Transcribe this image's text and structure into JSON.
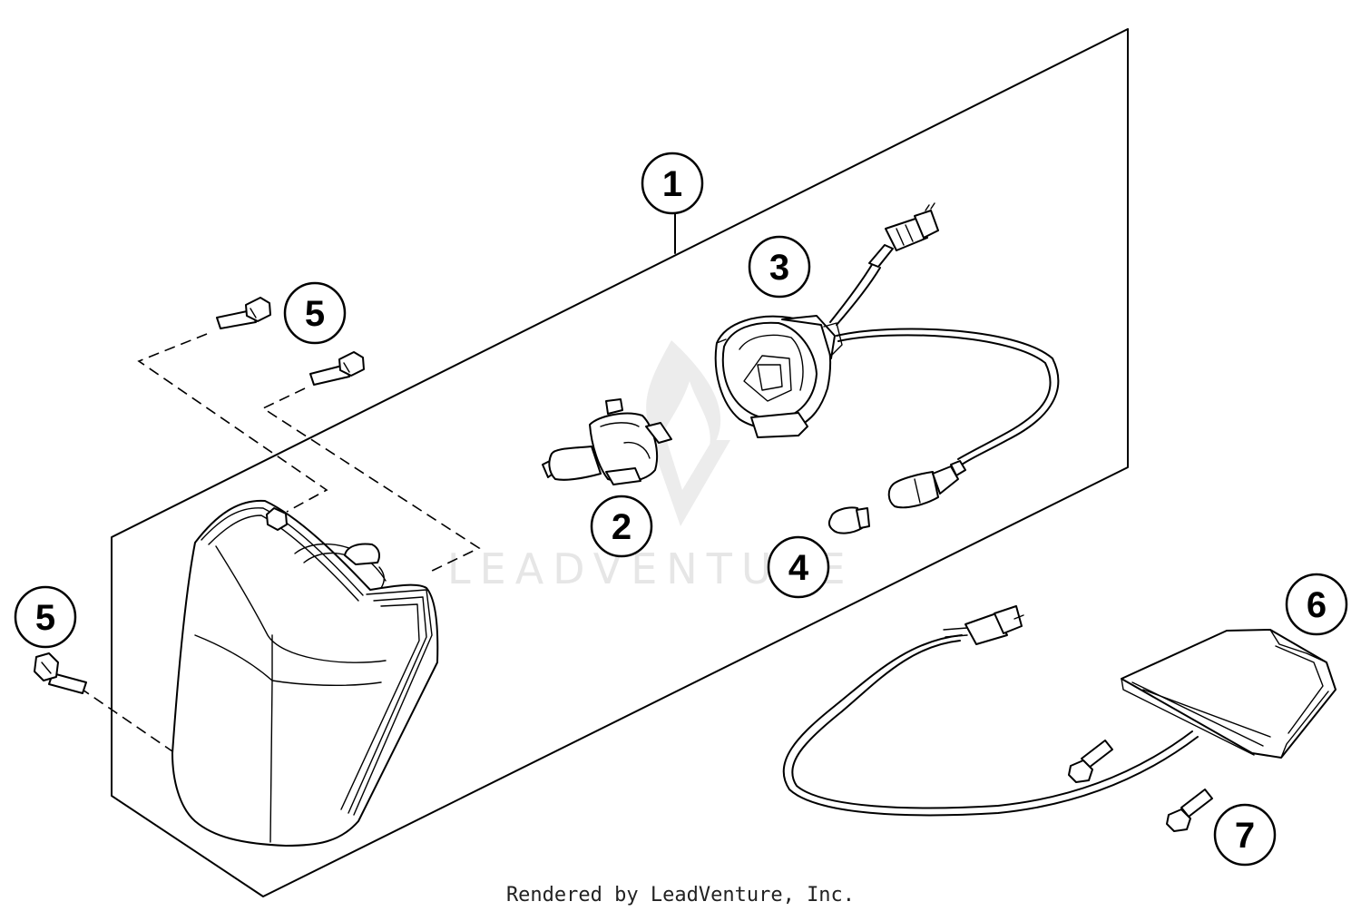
{
  "watermark": {
    "text": "LEADVENTURE"
  },
  "footer": {
    "text": "Rendered by LeadVenture, Inc."
  },
  "callouts": [
    {
      "id": "c1",
      "label": "1"
    },
    {
      "id": "c2",
      "label": "2"
    },
    {
      "id": "c3",
      "label": "3"
    },
    {
      "id": "c4",
      "label": "4"
    },
    {
      "id": "c5a",
      "label": "5"
    },
    {
      "id": "c5b",
      "label": "5"
    },
    {
      "id": "c6",
      "label": "6"
    },
    {
      "id": "c7",
      "label": "7"
    }
  ]
}
